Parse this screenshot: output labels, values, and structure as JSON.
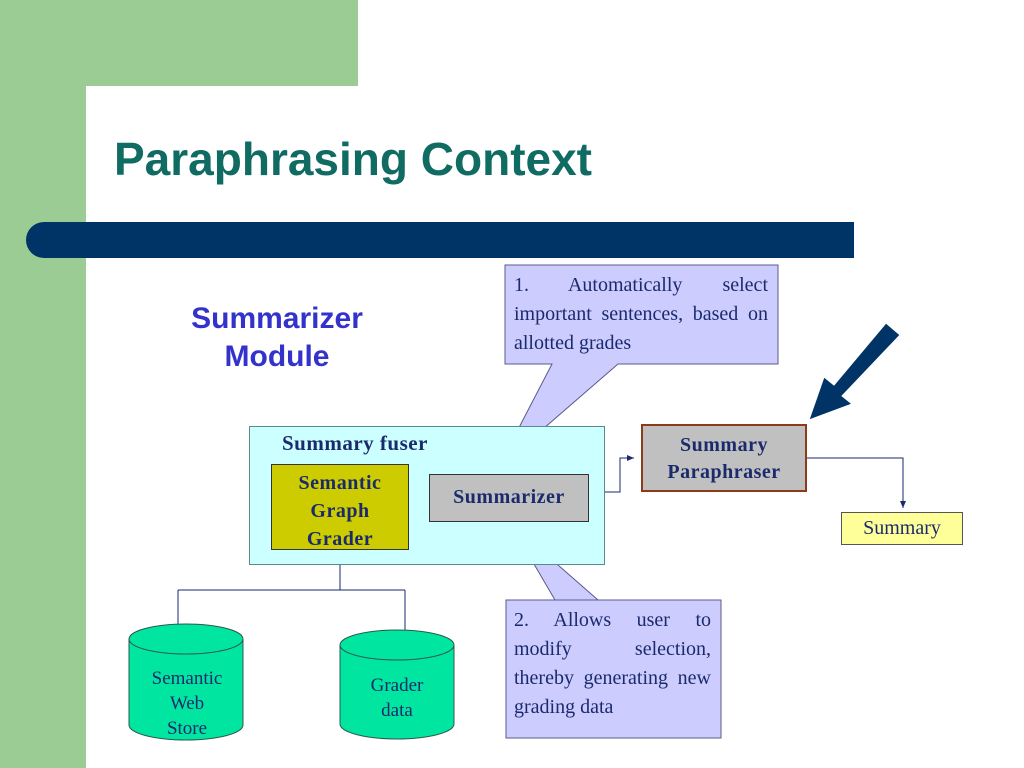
{
  "slide": {
    "title": "Paraphrasing Context",
    "module_label": "Summarizer\nModule"
  },
  "diagram": {
    "fuser_label": "Summary fuser",
    "grader_label": "Semantic\nGraph\nGrader",
    "summarizer_label": "Summarizer",
    "paraphraser_label": "Summary\nParaphraser",
    "summary_label": "Summary",
    "callout1_text": "1. Automatically select important sentences, based on allotted grades",
    "callout2_text": "2. Allows user to modify selection, thereby generating new grading data",
    "store1_label": "Semantic\nWeb\nStore",
    "store2_label": "Grader\ndata"
  },
  "colors": {
    "title": "#106b63",
    "module_label": "#3333cc",
    "side_green": "#9bcc94",
    "bar": "#003366",
    "fuser_fill": "#ccffff",
    "grader_fill": "#cccc00",
    "box_gray": "#c0c0c0",
    "summary_fill": "#ffff99",
    "callout_fill": "#ccccff",
    "cylinder_fill": "#00e6a0",
    "big_arrow": "#003366"
  },
  "icons": {
    "pointer": "big-diagonal-arrow-icon"
  }
}
